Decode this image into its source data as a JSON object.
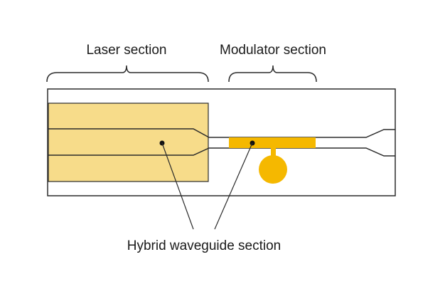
{
  "labels": {
    "laser_section": "Laser section",
    "modulator_section": "Modulator section",
    "hybrid_waveguide_section": "Hybrid waveguide section"
  },
  "colors": {
    "laser_fill": "#f7dc8a",
    "modulator_fill": "#f5b800",
    "outline": "#2b2b2b",
    "background": "#ffffff"
  }
}
